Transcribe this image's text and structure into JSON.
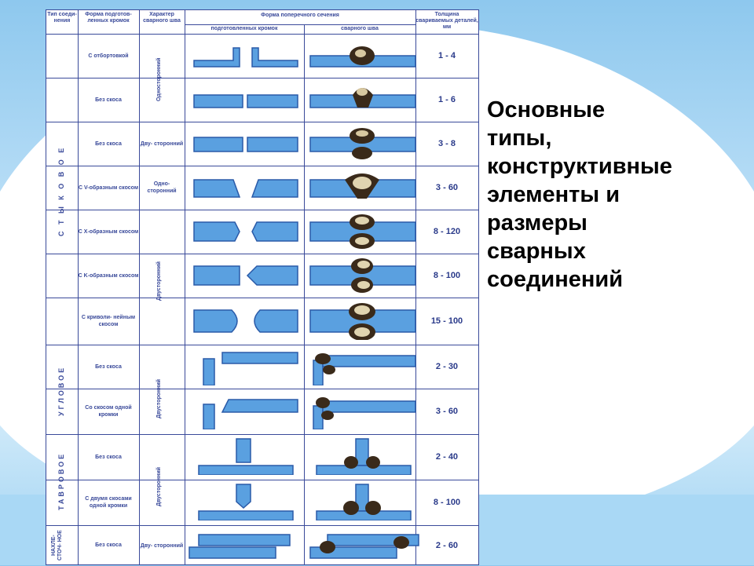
{
  "title_lines": [
    "Основные",
    "типы,",
    "конструктивные",
    "элементы и",
    "размеры",
    "сварных",
    "соединений"
  ],
  "table": {
    "headers": {
      "joint_type": "Тип соеди- нения",
      "edge_form": "Форма подготов- ленных кромок",
      "seam_character": "Характер сварного шва",
      "cross_section": "Форма поперечного сечения",
      "prepared_edges": "подготовленных кромок",
      "weld_seam": "сварного шва",
      "thickness": "Толщина свариваемых деталей, мм"
    },
    "groups": {
      "butt": "С Т Ы К О В О Е",
      "corner": "УГЛОВОЕ",
      "tee": "ТАВРОВОЕ",
      "lap": "НАХЛЕ- СТОЧ- НОЕ"
    },
    "rows": [
      {
        "edge": "С отбортовкой",
        "seam": "",
        "thickness": "1 - 4"
      },
      {
        "edge": "Без скоса",
        "seam": "",
        "thickness": "1 - 6"
      },
      {
        "edge": "Без скоса",
        "seam": "Дву- сторонний",
        "thickness": "3 - 8"
      },
      {
        "edge": "С V-образным скосом",
        "seam": "Одно- сторонний",
        "thickness": "3 - 60"
      },
      {
        "edge": "С X-образным скосом",
        "seam": "",
        "thickness": "8 - 120"
      },
      {
        "edge": "С K-образным скосом",
        "seam": "",
        "thickness": "8 - 100"
      },
      {
        "edge": "С криволи- нейным скосом",
        "seam": "",
        "thickness": "15 - 100"
      },
      {
        "edge": "Без скоса",
        "seam": "",
        "thickness": "2 - 30"
      },
      {
        "edge": "Со скосом одной кромки",
        "seam": "",
        "thickness": "3 - 60"
      },
      {
        "edge": "Без скоса",
        "seam": "",
        "thickness": "2 - 40"
      },
      {
        "edge": "С двумя скосами одной кромки",
        "seam": "",
        "thickness": "8 - 100"
      },
      {
        "edge": "Без скоса",
        "seam": "Дву- сторонний",
        "thickness": "2 - 60"
      }
    ],
    "seam_vertical": {
      "one_sided": "Односторонний",
      "two_sided_butt": "Двусторонний",
      "two_sided_corner": "Двусторонний",
      "two_sided_tee": "Двусторонний"
    }
  },
  "colors": {
    "plate": "#5aa0e0",
    "plate_edge": "#2a5aa8",
    "weld": "#3a2a1a",
    "line": "#3a4a9a"
  }
}
